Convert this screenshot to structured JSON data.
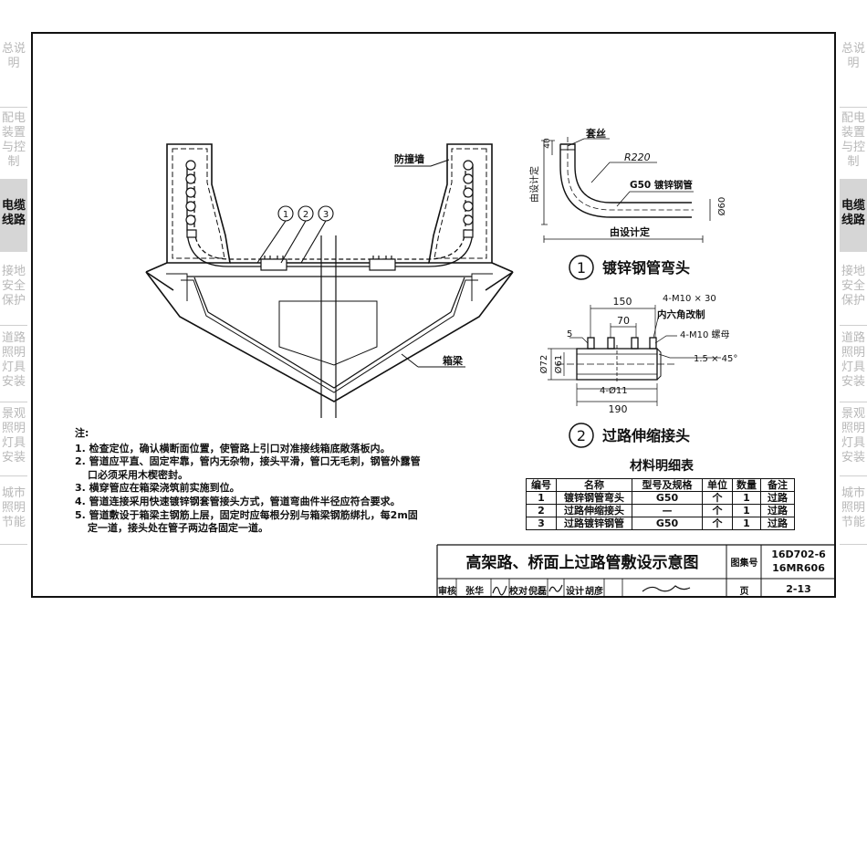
{
  "side_tabs": {
    "left": [
      {
        "label": "总说明",
        "active": false
      },
      {
        "label": "配电装置与控制",
        "active": false
      },
      {
        "label": "电缆线路",
        "active": true
      },
      {
        "label": "接地安全保护",
        "active": false
      },
      {
        "label": "道路照明灯具安装",
        "active": false
      },
      {
        "label": "景观照明灯具安装",
        "active": false
      },
      {
        "label": "城市照明节能",
        "active": false
      }
    ],
    "right": [
      {
        "label": "总说明",
        "active": false
      },
      {
        "label": "配电装置与控制",
        "active": false
      },
      {
        "label": "电缆线路",
        "active": true
      },
      {
        "label": "接地安全保护",
        "active": false
      },
      {
        "label": "道路照明灯具安装",
        "active": false
      },
      {
        "label": "景观照明灯具安装",
        "active": false
      },
      {
        "label": "城市照明节能",
        "active": false
      }
    ]
  },
  "main_drawing": {
    "callouts": [
      "1",
      "2",
      "3"
    ],
    "label_crash_wall": "防撞墙",
    "label_box_girder": "箱梁"
  },
  "detail1": {
    "label_thread": "套丝",
    "label_radius": "R220",
    "label_pipe": "G50  镀锌钢管",
    "label_diameter": "Ø60",
    "dim_40": "40",
    "label_design_vertical": "由设计定",
    "label_design_horizontal": "由设计定",
    "number": "1",
    "title": "镀锌钢管弯头"
  },
  "detail2": {
    "dim_150": "150",
    "dim_70": "70",
    "dim_5": "5",
    "dim_72": "Ø72",
    "dim_61": "Ø61",
    "dim_holes": "4-Ø11",
    "dim_190": "190",
    "note_bolt": "4-M10 × 30",
    "note_hex": "内六角改制",
    "note_nut": "4-M10  螺母",
    "note_chamfer": "1.5 × 45°",
    "number": "2",
    "title": "过路伸缩接头"
  },
  "notes": {
    "title": "注:",
    "items": [
      "1. 检查定位，确认横断面位置，使管路上引口对准接线箱底敞落板内。",
      "2. 管道应平直、固定牢靠，管内无杂物，接头平滑，管口无毛刺，钢管外露管口必须采用木楔密封。",
      "3. 横穿管应在箱梁浇筑前实施到位。",
      "4. 管道连接采用快速镀锌钢套管接头方式，管道弯曲件半径应符合要求。",
      "5. 管道敷设于箱梁主钢筋上层，固定时应每根分别与箱梁钢筋绑扎，每2m固定一道，接头处在管子两边各固定一道。"
    ]
  },
  "material_table": {
    "title": "材料明细表",
    "headers": [
      "编号",
      "名称",
      "型号及规格",
      "单位",
      "数量",
      "备注"
    ],
    "rows": [
      [
        "1",
        "镀锌钢管弯头",
        "G50",
        "个",
        "1",
        "过路"
      ],
      [
        "2",
        "过路伸缩接头",
        "—",
        "个",
        "1",
        "过路"
      ],
      [
        "3",
        "过路镀锌钢管",
        "G50",
        "个",
        "1",
        "过路"
      ]
    ]
  },
  "title_block": {
    "title": "高架路、桥面上过路管敷设示意图",
    "atlas_label": "图集号",
    "atlas_no_1": "16D702-6",
    "atlas_no_2": "16MR606",
    "review_label": "审核",
    "review_name": "张华",
    "check_label": "校对",
    "check_name": "倪磊",
    "design_label": "设计",
    "design_name": "胡彦",
    "page_label": "页",
    "page_no": "2-13"
  }
}
